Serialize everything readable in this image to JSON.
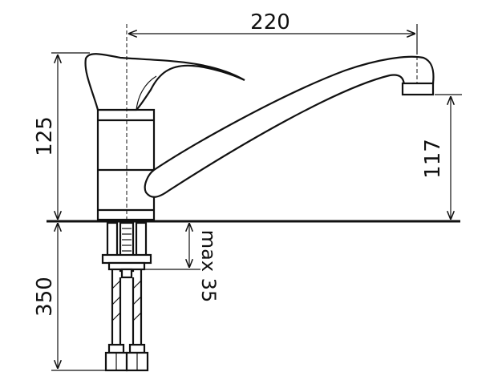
{
  "dimensions": {
    "spout_reach": "220",
    "body_height": "125",
    "spout_height": "117",
    "hose_length": "350",
    "max_thickness": "max 35"
  },
  "colors": {
    "stroke": "#111111",
    "background": "#ffffff"
  }
}
